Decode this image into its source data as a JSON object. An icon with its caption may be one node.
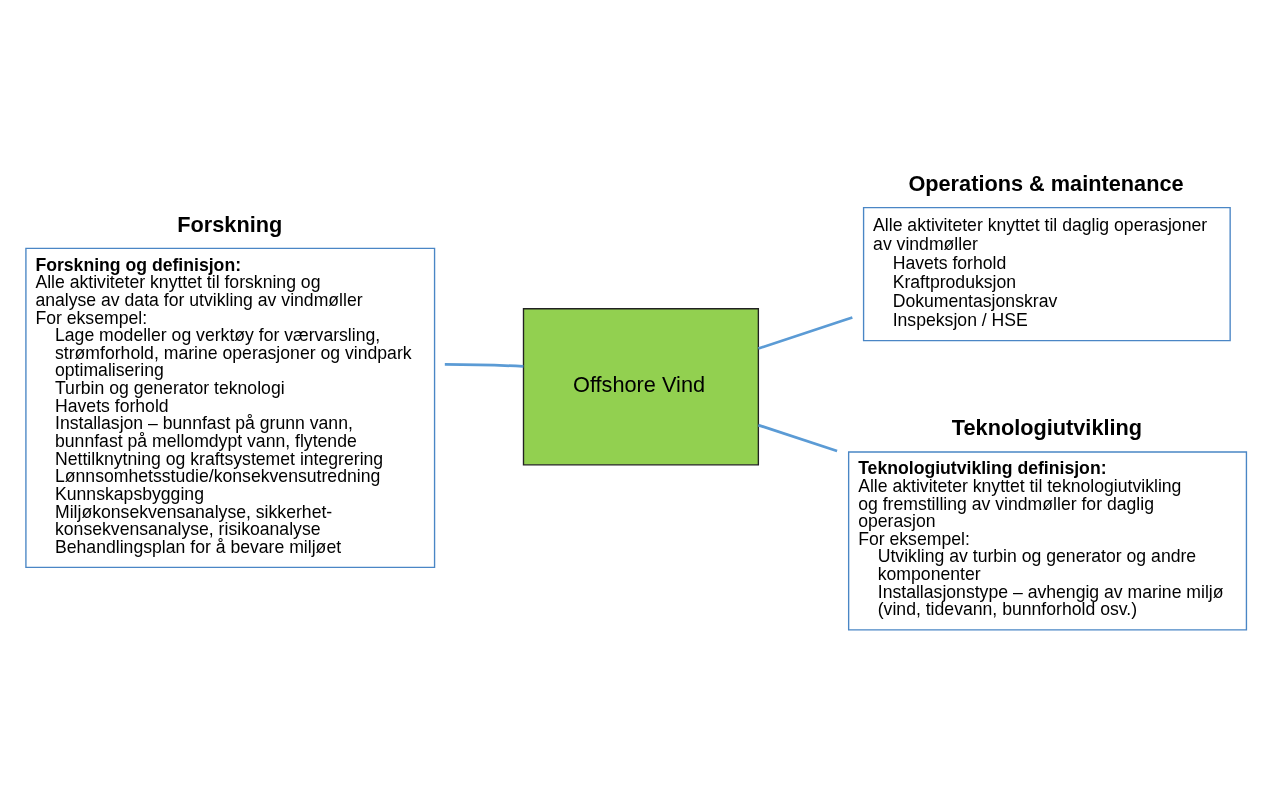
{
  "diagram": {
    "nodes": [
      {
        "text": [
          "Offshore Vind"
        ]
      },
      {
        "text": [
          "Forskning",
          "Forskning og definisjon:",
          "Alle aktiviteter knyttet til forskning og analyse av data for utvikling av vindmøller",
          "For eksempel:",
          "Lage modeller og verktøy for værvarsling, strømforhold, marine operasjoner og vindpark optimalisering",
          "Turbin og generator teknologi",
          "Havets forhold",
          "Installasjon – bunnfast på grunn vann, bunnfast på mellomdypt vann, flytende",
          "Nettilknytning og kraftsystemet integrering",
          "Lønnsomhetsstudie/konsekvensutredning",
          "Kunnskapsbygging",
          "Miljøkonsekvensanalyse, sikkerhet-konsekvensanalyse, risikoanalyse",
          "Behandlingsplan for å bevare miljøet"
        ]
      },
      {
        "text": [
          "Operations & maintenance",
          "Alle aktiviteter knyttet til daglig operasjoner av vindmøller",
          "Havets forhold",
          "Kraftproduksjon",
          "Dokumentasjonskrav",
          "Inspeksjon / HSE"
        ]
      },
      {
        "text": [
          "Teknologiutvikling",
          "Teknologiutvikling definisjon:",
          "Alle aktiviteter knyttet til teknologiutvikling og fremstilling av vindmøller for daglig operasjon",
          "For eksempel:",
          "Utvikling av turbin og generator og andre komponenter",
          "Installasjonstype – avhengig av marine miljø (vind, tidevann, bunnforhold osv.)"
        ]
      }
    ],
    "edges": [
      {
        "from": 0,
        "to": 1,
        "arrow": "none"
      },
      {
        "from": 0,
        "to": 2,
        "arrow": "none"
      },
      {
        "from": 0,
        "to": 3,
        "arrow": "none"
      }
    ]
  }
}
